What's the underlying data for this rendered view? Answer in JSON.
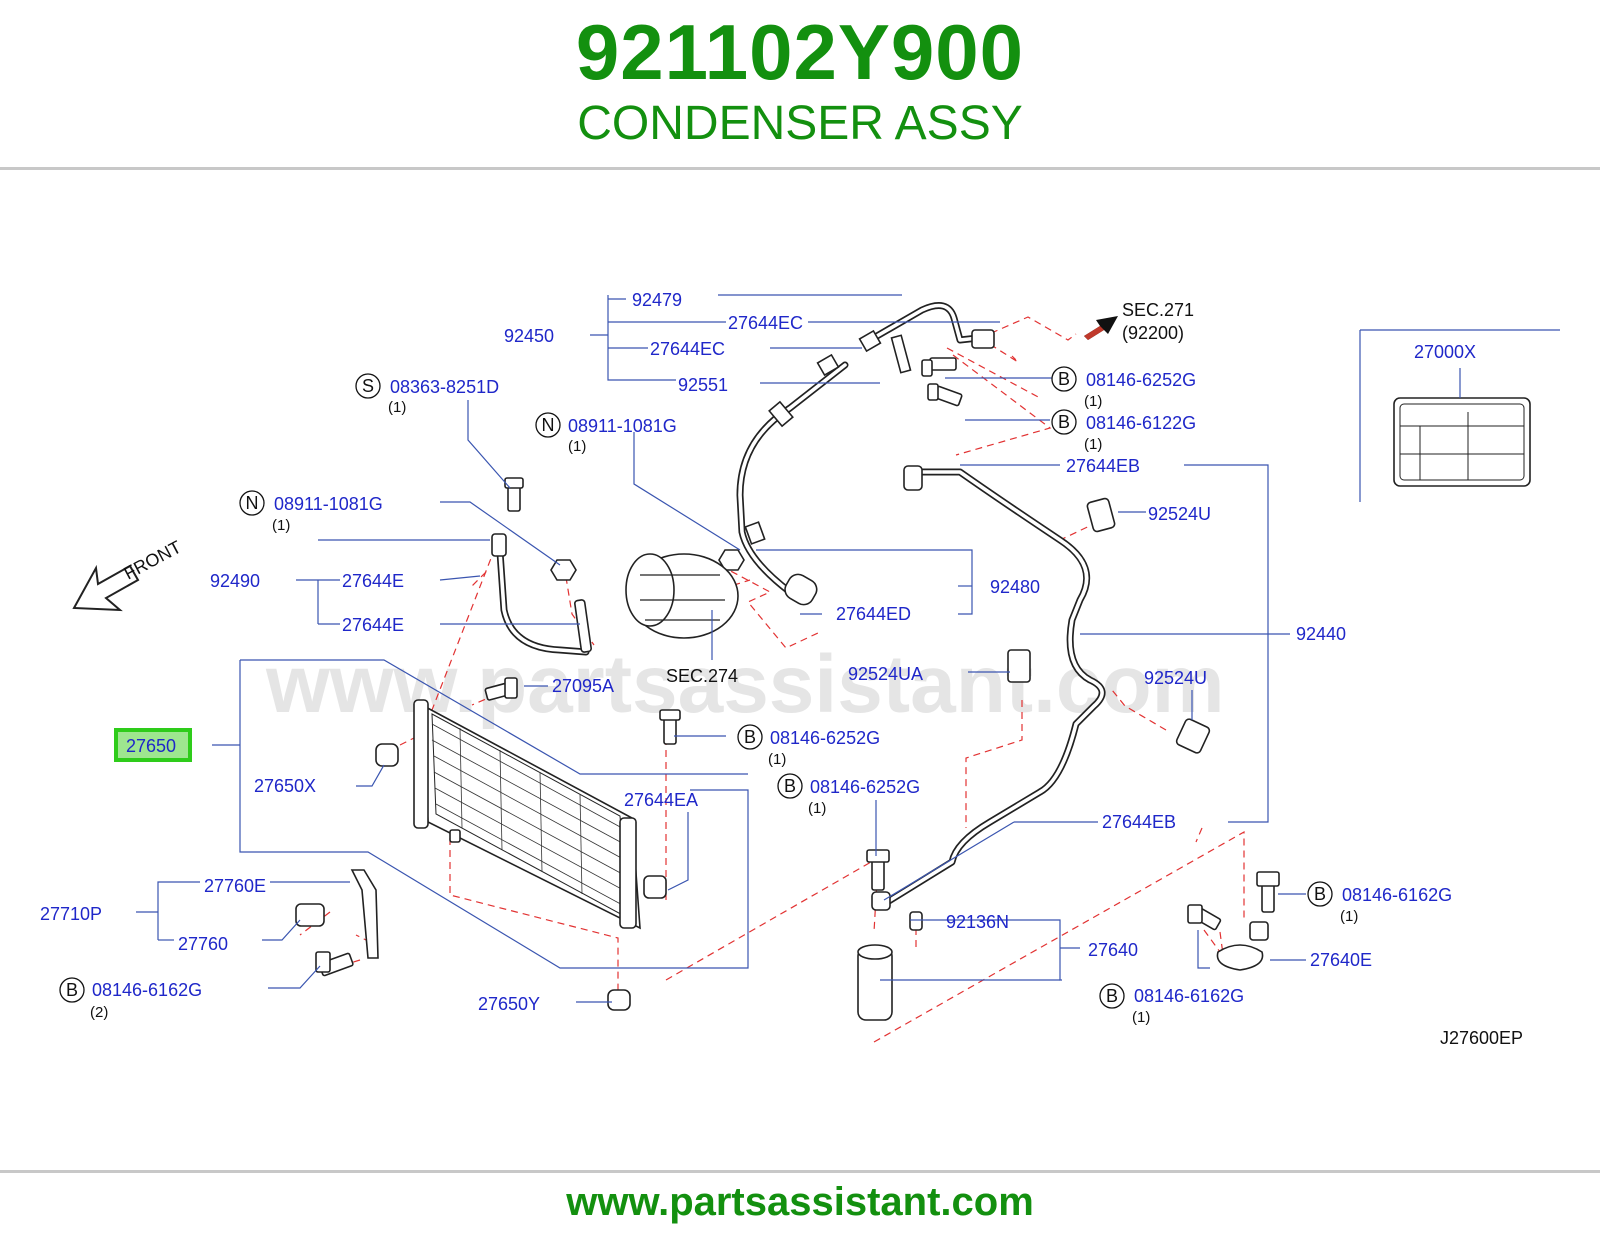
{
  "header": {
    "part_number": "921102Y900",
    "part_name": "CONDENSER ASSY"
  },
  "footer": {
    "url": "www.partsassistant.com"
  },
  "watermark": "www.partsassistant.com",
  "colors": {
    "brand_green": "#13900f",
    "label_blue": "#1f27c9",
    "highlight": "#2ecc1a",
    "dashed_red": "#e23232"
  },
  "diagram": {
    "code": "J27600EP",
    "front_label": "FRONT",
    "highlighted_part": "27650",
    "labels": {
      "p92479": "92479",
      "p92450": "92450",
      "p27644EC_a": "27644EC",
      "p27644EC_b": "27644EC",
      "p92551": "92551",
      "sec271": "SEC.271",
      "sec271_sub": "(92200)",
      "p27000X": "27000X",
      "s08363": "08363-8251D",
      "s08363_qty": "(1)",
      "n08911_a": "08911-1081G",
      "n08911_a_qty": "(1)",
      "b08146_6252_a": "08146-6252G",
      "b08146_6252_a_qty": "(1)",
      "b08146_6122": "08146-6122G",
      "b08146_6122_qty": "(1)",
      "n08911_b": "08911-1081G",
      "n08911_b_qty": "(1)",
      "p27644EB_a": "27644EB",
      "p92524U_a": "92524U",
      "p92490": "92490",
      "p27644E_a": "27644E",
      "p27644E_b": "27644E",
      "p92480": "92480",
      "p27644ED": "27644ED",
      "p92440": "92440",
      "sec274": "SEC.274",
      "p92524UA": "92524UA",
      "p92524U_b": "92524U",
      "p27095A": "27095A",
      "p27650": "27650",
      "b08146_6252_b": "08146-6252G",
      "b08146_6252_b_qty": "(1)",
      "p27650X": "27650X",
      "b08146_6252_c": "08146-6252G",
      "b08146_6252_c_qty": "(1)",
      "p27644EA": "27644EA",
      "p27644EB_b": "27644EB",
      "p27760E": "27760E",
      "p27710P": "27710P",
      "p27760": "27760",
      "b08146_6162_a": "08146-6162G",
      "b08146_6162_a_qty": "(2)",
      "p92136N": "92136N",
      "p27640": "27640",
      "b08146_6162_b": "08146-6162G",
      "b08146_6162_b_qty": "(1)",
      "p27640E": "27640E",
      "b08146_6162_c": "08146-6162G",
      "b08146_6162_c_qty": "(1)",
      "p27650Y": "27650Y",
      "circle_S": "S",
      "circle_N": "N",
      "circle_B": "B"
    }
  }
}
